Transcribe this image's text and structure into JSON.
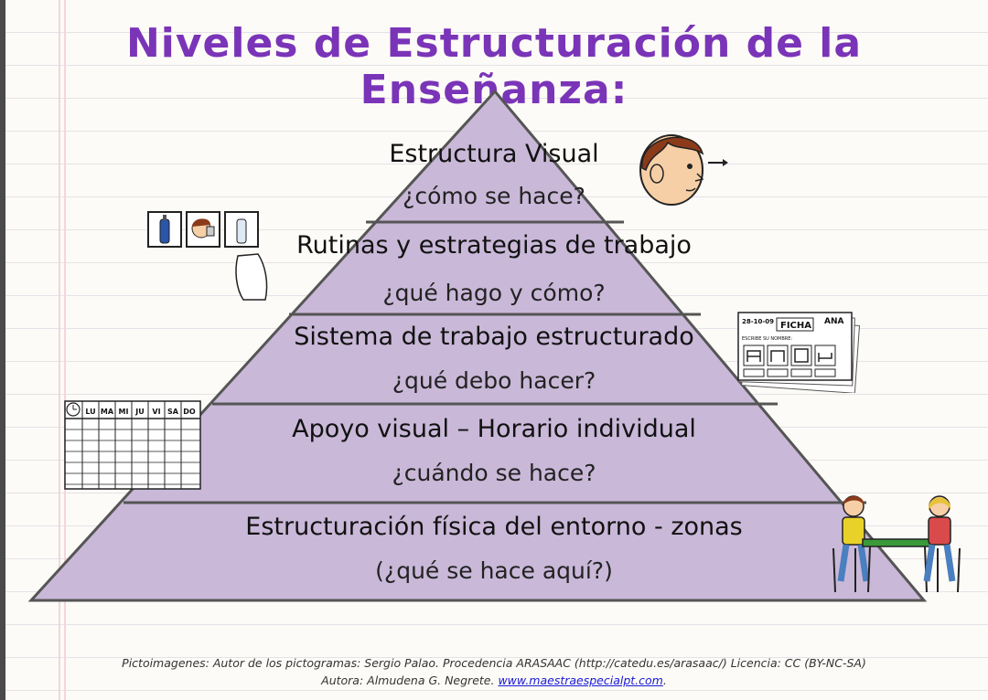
{
  "title": "Niveles de Estructuración de la Enseñanza:",
  "levels": [
    {
      "name": "Estructura Visual",
      "question": "¿cómo se hace?"
    },
    {
      "name": "Rutinas y estrategias de trabajo",
      "question": "¿qué hago y cómo?"
    },
    {
      "name": "Sistema de trabajo estructurado",
      "question": "¿qué debo hacer?"
    },
    {
      "name": "Apoyo visual – Horario individual",
      "question": "¿cuándo se hace?"
    },
    {
      "name": "Estructuración física del entorno - zonas",
      "question": "(¿qué se hace aquí?)"
    }
  ],
  "pictograms": {
    "schedule_days": [
      "LU",
      "MA",
      "MI",
      "JU",
      "VI",
      "SA",
      "DO"
    ],
    "worksheet": {
      "date": "28-10-09",
      "title": "FICHA",
      "name": "ANA",
      "instruction": "ESCRIBE SU NOMBRE:"
    }
  },
  "colors": {
    "title": "#7a34b8",
    "pyramid_fill": "#c9b8d8",
    "pyramid_stroke": "#555555"
  },
  "footer": {
    "line1": "Pictoimagenes: Autor de los pictogramas: Sergio Palao. Procedencia ARASAAC (http://catedu.es/arasaac/) Licencia: CC (BY-NC-SA)",
    "line2_prefix": "Autora: Almudena G. Negrete.",
    "link": "www.maestraespecialpt.com",
    "line2_suffix": "."
  }
}
